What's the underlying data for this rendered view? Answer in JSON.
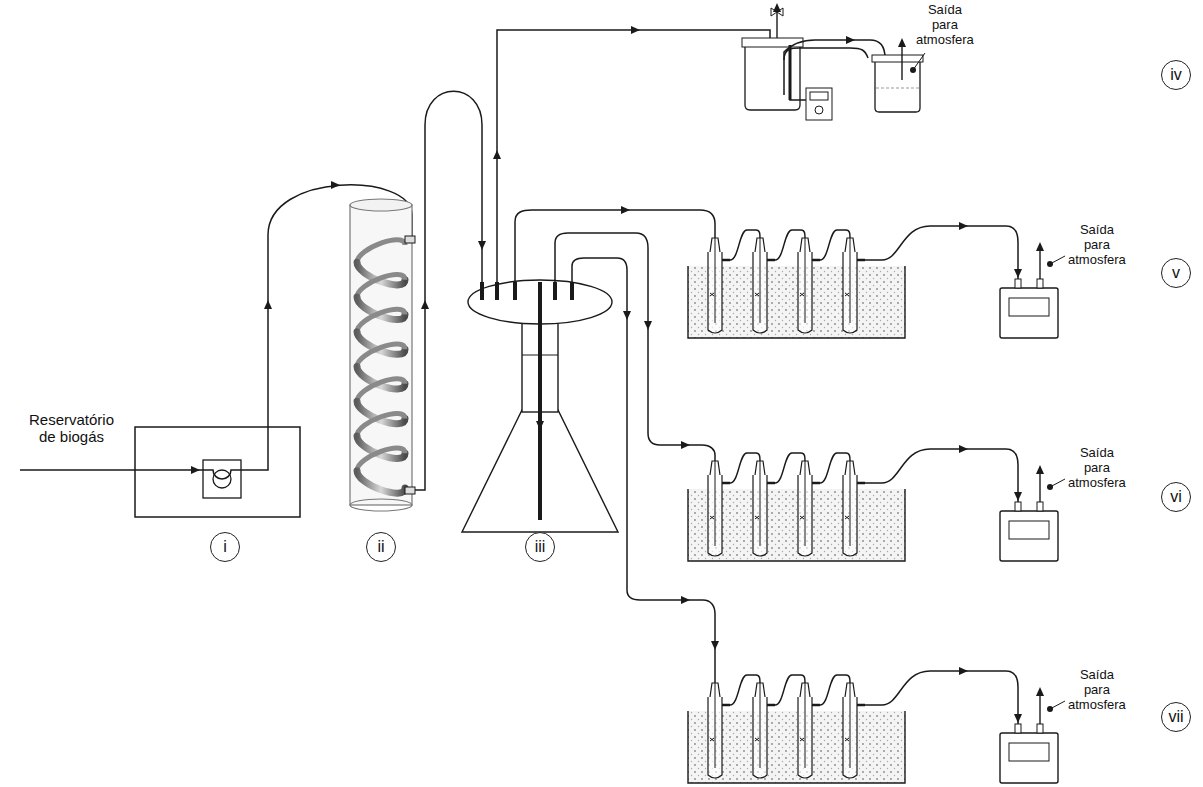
{
  "diagram": {
    "nodes": [
      {
        "text": [
          "i"
        ]
      },
      {
        "text": [
          "ii"
        ]
      },
      {
        "text": [
          "iii"
        ]
      },
      {
        "text": [
          "iv"
        ]
      },
      {
        "text": [
          "v"
        ]
      },
      {
        "text": [
          "vi"
        ]
      },
      {
        "text": [
          "vii"
        ]
      }
    ],
    "labels": [
      "Reservatório de biogás",
      "Saída para atmosfera",
      "Saída para atmosfera",
      "Saída para atmosfera",
      "Saída para atmosfera"
    ]
  }
}
